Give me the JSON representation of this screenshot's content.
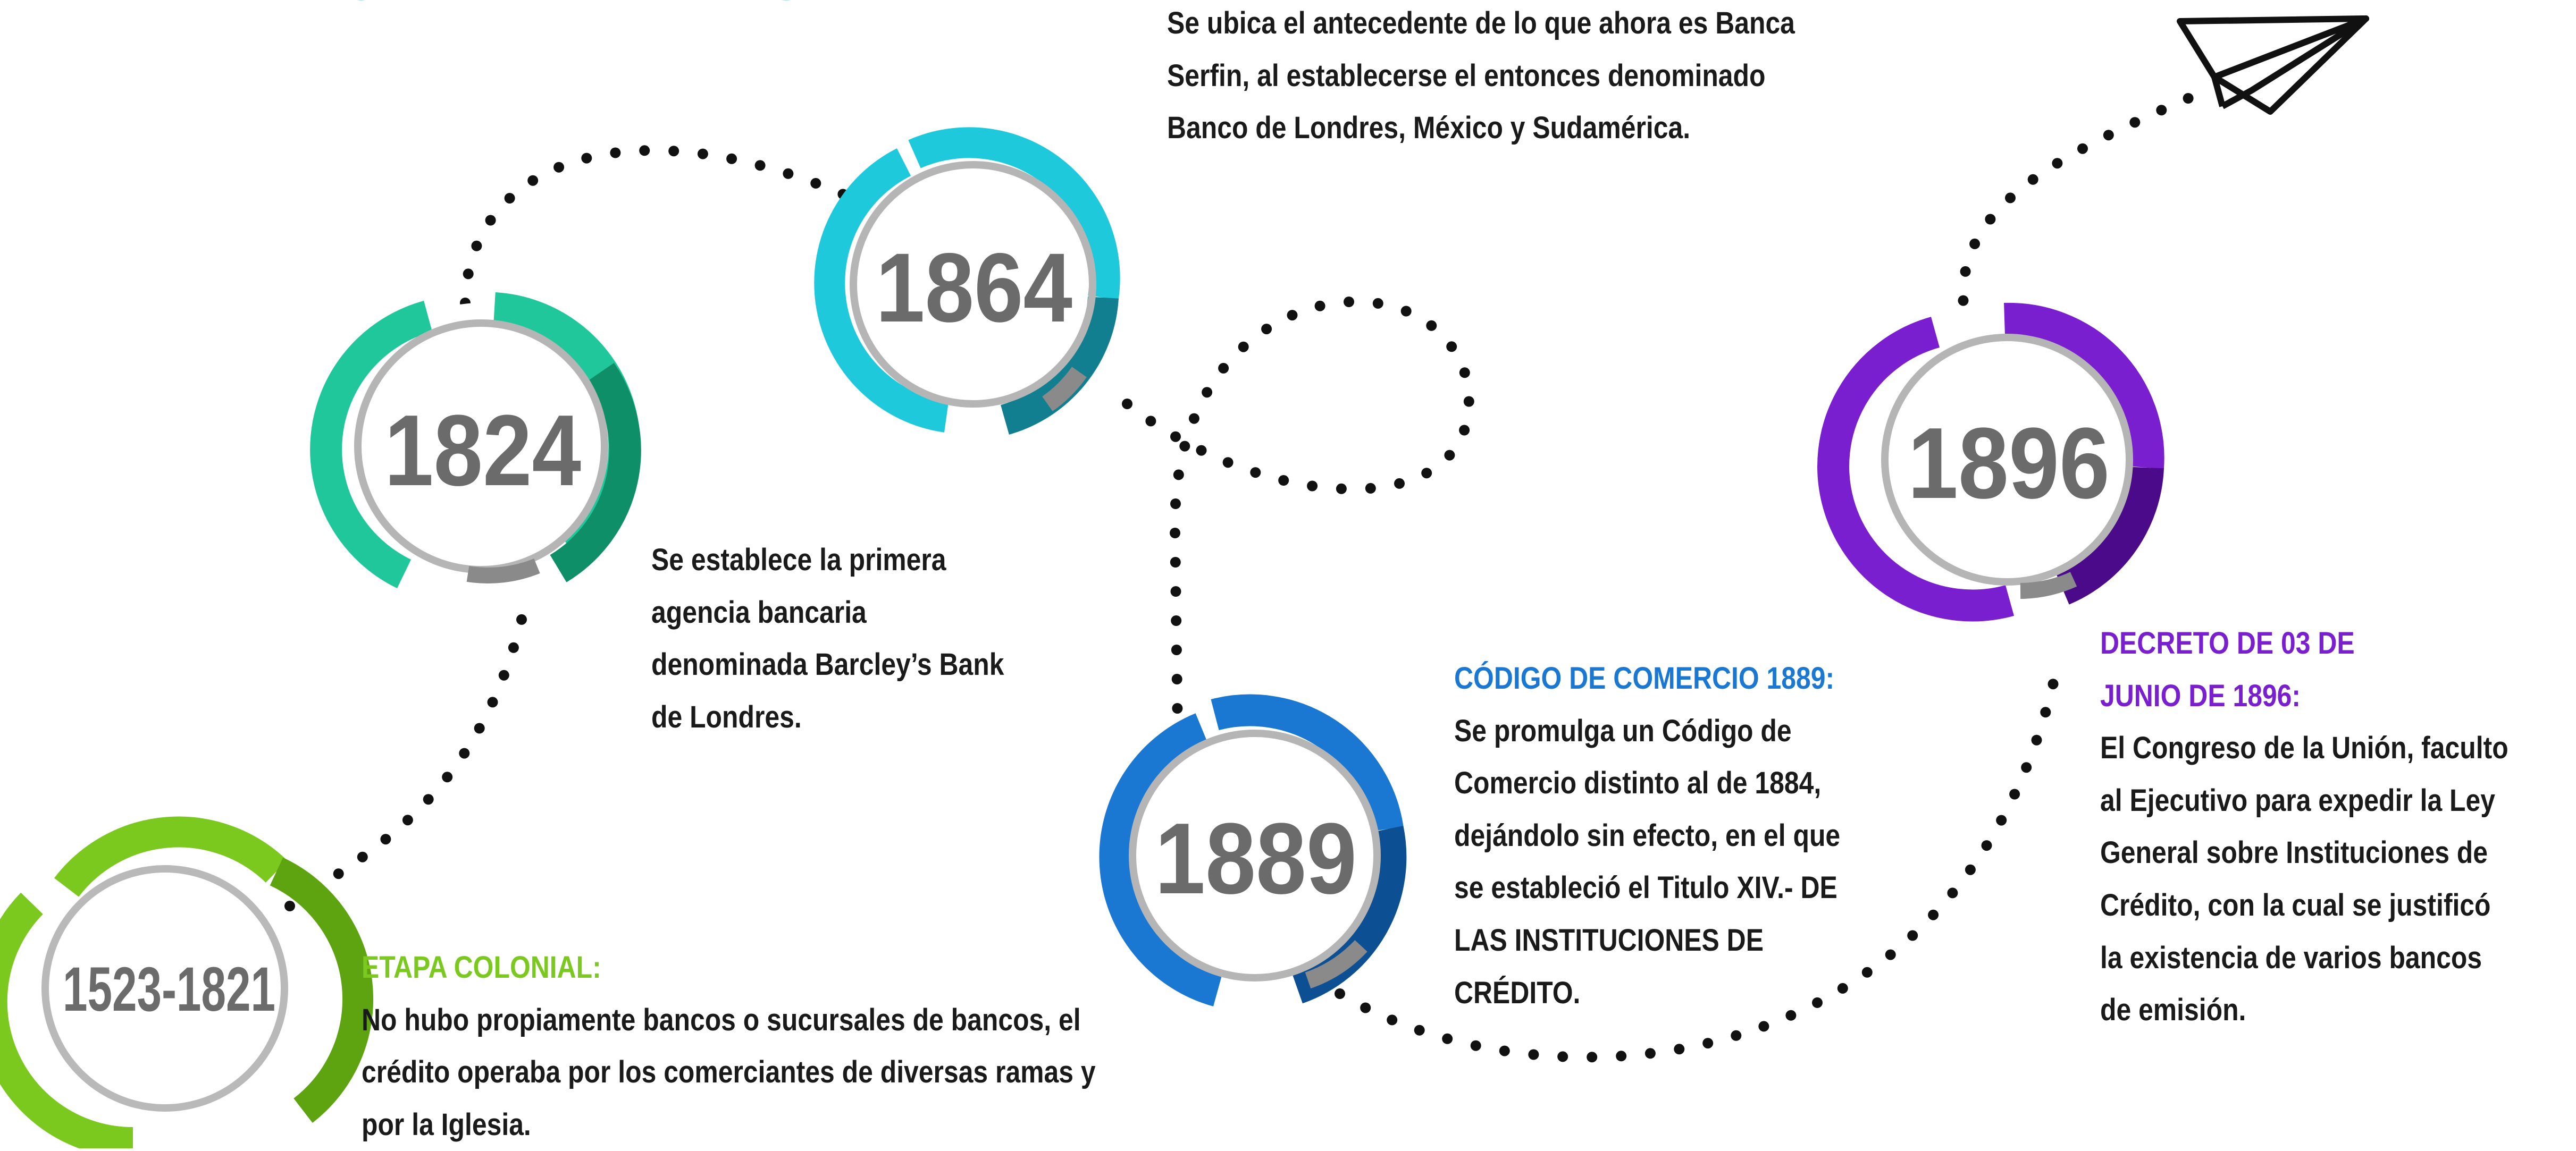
{
  "title": "ANTECEDENTES",
  "colors": {
    "title": "#1a8fe0",
    "year_text": "#6b6b6b",
    "dots": "#111111",
    "colonial": "#7bc81e",
    "y1824": "#1fc79a",
    "y1864": "#1ec9dc",
    "y1889": "#1a78d2",
    "y1896": "#7a1fd0"
  },
  "milestones": [
    {
      "year": "1523-1821",
      "heading": "ETAPA COLONIAL:",
      "lines": [
        "No hubo propiamente bancos o sucursales de bancos, el",
        "crédito operaba por los comerciantes de diversas ramas y",
        "por la Iglesia."
      ]
    },
    {
      "year": "1824",
      "heading": "",
      "lines": [
        "Se establece la primera",
        "agencia bancaria",
        "denominada Barcley’s Bank",
        "de Londres."
      ]
    },
    {
      "year": "1864",
      "heading": "",
      "lines": [
        "Se ubica el antecedente de lo que ahora es Banca",
        "Serfin, al establecerse el entonces denominado",
        "Banco de Londres, México y Sudamérica."
      ]
    },
    {
      "year": "1889",
      "heading": "CÓDIGO DE COMERCIO 1889:",
      "lines": [
        "Se promulga un Código de",
        "Comercio distinto al de 1884,",
        "dejándolo sin efecto, en el que",
        "se estableció el Titulo XIV.- DE",
        "LAS INSTITUCIONES DE",
        "CRÉDITO."
      ]
    },
    {
      "year": "1896",
      "heading": "DECRETO DE 03 DE JUNIO DE 1896:",
      "heading_lines": [
        "DECRETO DE 03 DE",
        "JUNIO DE 1896:"
      ],
      "lines": [
        "El Congreso de la Unión, faculto",
        "al Ejecutivo para expedir la Ley",
        "General sobre Instituciones de",
        "Crédito, con la cual se justificó",
        "la existencia de varios bancos",
        "de emisión."
      ]
    }
  ],
  "icons": [
    "paper-plane-icon"
  ]
}
